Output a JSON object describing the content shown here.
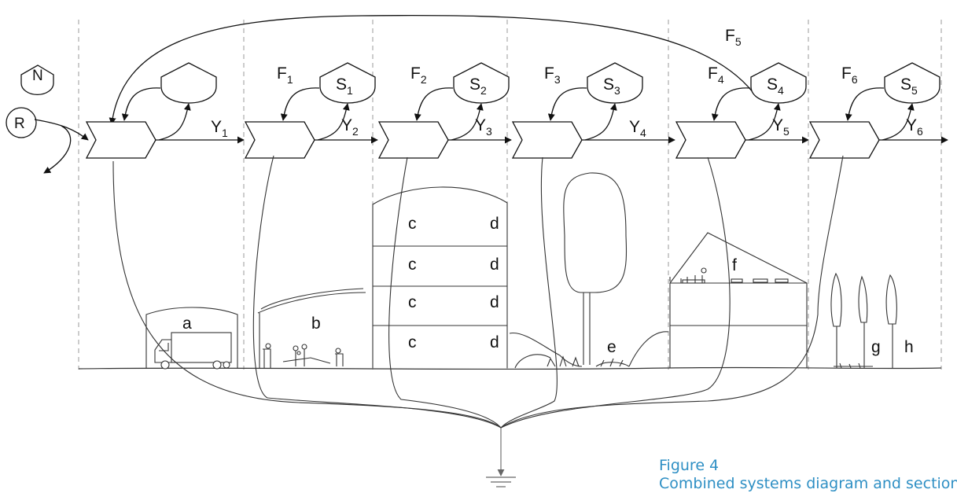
{
  "inputs": {
    "R": "R",
    "N": "N"
  },
  "top_feedback": {
    "label": "F",
    "sub": "5"
  },
  "stages": [
    {
      "storage": "",
      "storage_sub": "",
      "feedback": "",
      "feedback_sub": "",
      "yield": "Y",
      "yield_sub": "1"
    },
    {
      "storage": "S",
      "storage_sub": "1",
      "feedback": "F",
      "feedback_sub": "1",
      "yield": "Y",
      "yield_sub": "2"
    },
    {
      "storage": "S",
      "storage_sub": "2",
      "feedback": "F",
      "feedback_sub": "2",
      "yield": "Y",
      "yield_sub": "3"
    },
    {
      "storage": "S",
      "storage_sub": "3",
      "feedback": "F",
      "feedback_sub": "3",
      "yield": "Y",
      "yield_sub": "4"
    },
    {
      "storage": "S",
      "storage_sub": "4",
      "feedback": "F",
      "feedback_sub": "4",
      "yield": "Y",
      "yield_sub": "5"
    },
    {
      "storage": "S",
      "storage_sub": "5",
      "feedback": "F",
      "feedback_sub": "6",
      "yield": "Y",
      "yield_sub": "6"
    }
  ],
  "section_labels": {
    "a": "a",
    "b": "b",
    "c": "c",
    "d": "d",
    "e": "e",
    "f": "f",
    "g": "g",
    "h": "h"
  },
  "caption": {
    "figure": "Figure 4",
    "title": "Combined systems diagram and section"
  },
  "colors": {
    "line": "#111111",
    "dash": "#9a9a9a",
    "caption": "#2e8fc4",
    "ground": "#666666"
  }
}
